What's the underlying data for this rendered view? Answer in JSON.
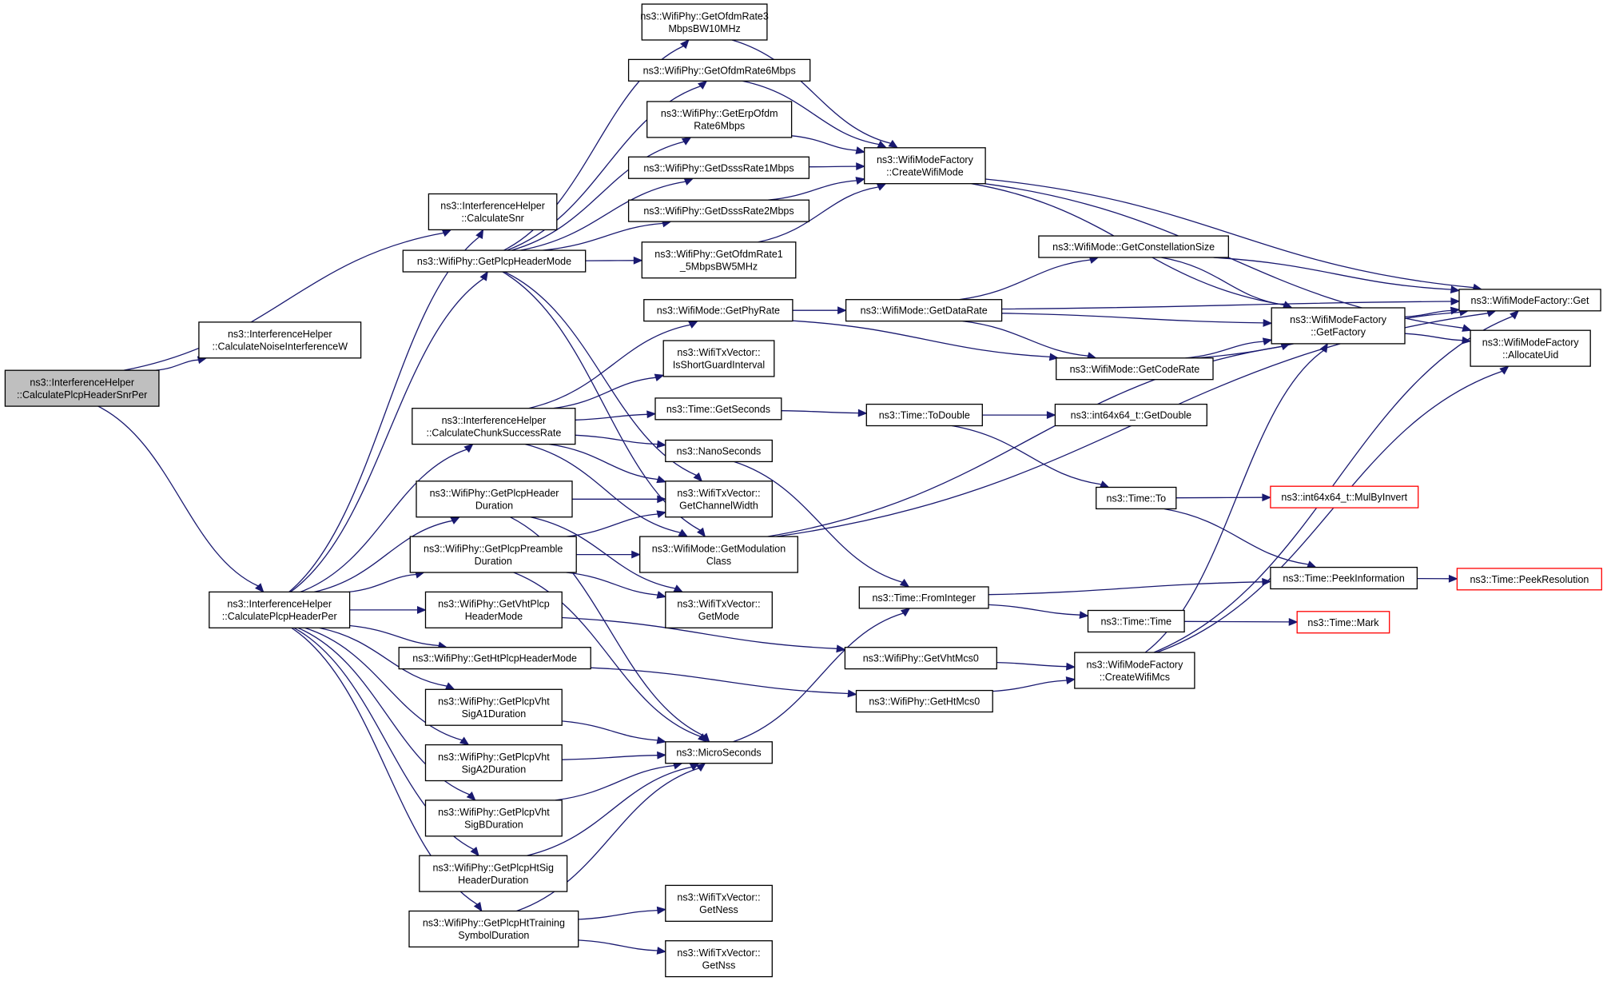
{
  "nodes": [
    {
      "id": "root",
      "lines": [
        "ns3::InterferenceHelper",
        "::CalculatePlcpHeaderSnrPer"
      ],
      "root": true
    },
    {
      "id": "calcSnr",
      "lines": [
        "ns3::InterferenceHelper",
        "::CalculateSnr"
      ]
    },
    {
      "id": "calcNoise",
      "lines": [
        "ns3::InterferenceHelper",
        "::CalculateNoiseInterferenceW"
      ]
    },
    {
      "id": "calcPer",
      "lines": [
        "ns3::InterferenceHelper",
        "::CalculatePlcpHeaderPer"
      ]
    },
    {
      "id": "getPlcpHeaderMode",
      "lines": [
        "ns3::WifiPhy::GetPlcpHeaderMode"
      ]
    },
    {
      "id": "ofdm3",
      "lines": [
        "ns3::WifiPhy::GetOfdmRate3",
        "MbpsBW10MHz"
      ]
    },
    {
      "id": "ofdm6",
      "lines": [
        "ns3::WifiPhy::GetOfdmRate6Mbps"
      ]
    },
    {
      "id": "erp6",
      "lines": [
        "ns3::WifiPhy::GetErpOfdm",
        "Rate6Mbps"
      ]
    },
    {
      "id": "dsss1",
      "lines": [
        "ns3::WifiPhy::GetDsssRate1Mbps"
      ]
    },
    {
      "id": "dsss2",
      "lines": [
        "ns3::WifiPhy::GetDsssRate2Mbps"
      ]
    },
    {
      "id": "ofdm15",
      "lines": [
        "ns3::WifiPhy::GetOfdmRate1",
        "_5MbpsBW5MHz"
      ]
    },
    {
      "id": "createWifiMode",
      "lines": [
        "ns3::WifiModeFactory",
        "::CreateWifiMode"
      ]
    },
    {
      "id": "getPhyRate",
      "lines": [
        "ns3::WifiMode::GetPhyRate"
      ]
    },
    {
      "id": "isShortGI",
      "lines": [
        "ns3::WifiTxVector::",
        "IsShortGuardInterval"
      ]
    },
    {
      "id": "chunkSuccess",
      "lines": [
        "ns3::InterferenceHelper",
        "::CalculateChunkSuccessRate"
      ]
    },
    {
      "id": "getSeconds",
      "lines": [
        "ns3::Time::GetSeconds"
      ]
    },
    {
      "id": "nanoSeconds",
      "lines": [
        "ns3::NanoSeconds"
      ]
    },
    {
      "id": "plcpHeaderDur",
      "lines": [
        "ns3::WifiPhy::GetPlcpHeader",
        "Duration"
      ]
    },
    {
      "id": "channelWidth",
      "lines": [
        "ns3::WifiTxVector::",
        "GetChannelWidth"
      ]
    },
    {
      "id": "preambleDur",
      "lines": [
        "ns3::WifiPhy::GetPlcpPreamble",
        "Duration"
      ]
    },
    {
      "id": "modClass",
      "lines": [
        "ns3::WifiMode::GetModulation",
        "Class"
      ]
    },
    {
      "id": "getMode",
      "lines": [
        "ns3::WifiTxVector::",
        "GetMode"
      ]
    },
    {
      "id": "vhtHeaderMode",
      "lines": [
        "ns3::WifiPhy::GetVhtPlcp",
        "HeaderMode"
      ]
    },
    {
      "id": "htHeaderMode",
      "lines": [
        "ns3::WifiPhy::GetHtPlcpHeaderMode"
      ]
    },
    {
      "id": "vhtA1",
      "lines": [
        "ns3::WifiPhy::GetPlcpVht",
        "SigA1Duration"
      ]
    },
    {
      "id": "vhtA2",
      "lines": [
        "ns3::WifiPhy::GetPlcpVht",
        "SigA2Duration"
      ]
    },
    {
      "id": "vhtB",
      "lines": [
        "ns3::WifiPhy::GetPlcpVht",
        "SigBDuration"
      ]
    },
    {
      "id": "htSig",
      "lines": [
        "ns3::WifiPhy::GetPlcpHtSig",
        "HeaderDuration"
      ]
    },
    {
      "id": "htTraining",
      "lines": [
        "ns3::WifiPhy::GetPlcpHtTraining",
        "SymbolDuration"
      ]
    },
    {
      "id": "microSeconds",
      "lines": [
        "ns3::MicroSeconds"
      ]
    },
    {
      "id": "getNess",
      "lines": [
        "ns3::WifiTxVector::",
        "GetNess"
      ]
    },
    {
      "id": "getNss",
      "lines": [
        "ns3::WifiTxVector::",
        "GetNss"
      ]
    },
    {
      "id": "getDataRate",
      "lines": [
        "ns3::WifiMode::GetDataRate"
      ]
    },
    {
      "id": "constSize",
      "lines": [
        "ns3::WifiMode::GetConstellationSize"
      ]
    },
    {
      "id": "getCodeRate",
      "lines": [
        "ns3::WifiMode::GetCodeRate"
      ]
    },
    {
      "id": "getFactory",
      "lines": [
        "ns3::WifiModeFactory",
        "::GetFactory"
      ]
    },
    {
      "id": "factoryGet",
      "lines": [
        "ns3::WifiModeFactory::Get"
      ]
    },
    {
      "id": "allocateUid",
      "lines": [
        "ns3::WifiModeFactory",
        "::AllocateUid"
      ]
    },
    {
      "id": "toDouble",
      "lines": [
        "ns3::Time::ToDouble"
      ]
    },
    {
      "id": "int64GetDouble",
      "lines": [
        "ns3::int64x64_t::GetDouble"
      ]
    },
    {
      "id": "timeTo",
      "lines": [
        "ns3::Time::To"
      ]
    },
    {
      "id": "mulByInvert",
      "lines": [
        "ns3::int64x64_t::MulByInvert"
      ],
      "trunc": true
    },
    {
      "id": "fromInteger",
      "lines": [
        "ns3::Time::FromInteger"
      ]
    },
    {
      "id": "peekInfo",
      "lines": [
        "ns3::Time::PeekInformation"
      ]
    },
    {
      "id": "peekRes",
      "lines": [
        "ns3::Time::PeekResolution"
      ],
      "trunc": true
    },
    {
      "id": "timeTime",
      "lines": [
        "ns3::Time::Time"
      ]
    },
    {
      "id": "timeMark",
      "lines": [
        "ns3::Time::Mark"
      ],
      "trunc": true
    },
    {
      "id": "vhtMcs0",
      "lines": [
        "ns3::WifiPhy::GetVhtMcs0"
      ]
    },
    {
      "id": "htMcs0",
      "lines": [
        "ns3::WifiPhy::GetHtMcs0"
      ]
    },
    {
      "id": "createWifiMcs",
      "lines": [
        "ns3::WifiModeFactory",
        "::CreateWifiMcs"
      ]
    }
  ]
}
